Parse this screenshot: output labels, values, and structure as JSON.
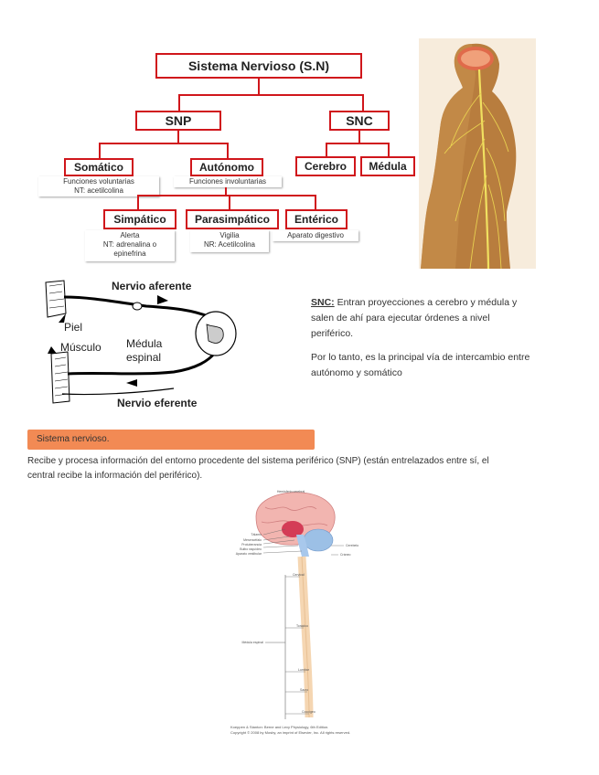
{
  "diagram": {
    "root": "Sistema Nervioso (S.N)",
    "snp": "SNP",
    "snc": "SNC",
    "somatico": {
      "label": "Somático",
      "desc1": "Funciones voluntarias",
      "desc2": "NT: acetilcolina"
    },
    "autonomo": {
      "label": "Autónomo",
      "desc": "Funciones involuntarias"
    },
    "cerebro": "Cerebro",
    "medula": "Médula",
    "simpatico": {
      "label": "Simpático",
      "desc1": "Alerta",
      "desc2": "NT: adrenalina o",
      "desc3": "epinefrina"
    },
    "parasimpatico": {
      "label": "Parasimpático",
      "desc1": "Vigilia",
      "desc2": "NR: Acetilcolina"
    },
    "enterico": {
      "label": "Entérico",
      "desc": "Aparato digestivo"
    },
    "red": "#d0161b"
  },
  "nerve_figure": {
    "aferente": "Nervio aferente",
    "eferente": "Nervio eferente",
    "piel": "Piel",
    "musculo": "Músculo",
    "medula1": "Médula",
    "medula2": "espinal"
  },
  "snc_text": {
    "label": "SNC:",
    "text1": " Entran proyecciones a cerebro y médula y",
    "text2": "salen de ahí para ejecutar órdenes a nivel",
    "text3": "periférico.",
    "p2a": "Por lo tanto, es la principal vía de intercambio entre",
    "p2b": "autónomo y somático"
  },
  "banner": {
    "title": "Sistema nervioso.",
    "color": "#f28a54"
  },
  "paragraph": {
    "line1": "Recibe y procesa información del entorno procedente del sistema periférico (SNP) (están entrelazados entre sí, el",
    "line2": "central recibe la información del periférico)."
  },
  "anatomy": {
    "caption1": "Koeppen & Stanton: Berne and Levy Physiology, 6th Edition.",
    "caption2": "Copyright © 2008 by Mosby, an imprint of Elsevier, Inc. All rights reserved.",
    "labels": {
      "corteza": "Hemisferio cerebral",
      "talamo": "Tálamo",
      "mesencefalo": "Mesencéfalo",
      "protuberancia": "Protuberancia",
      "bulbo": "Bulbo raquídeo",
      "aparato": "Aparato vestibular",
      "cerebelo": "Cerebelo",
      "craneo": "Cráneo",
      "cervical": "Cervical",
      "toracico": "Torácico",
      "lumbar": "Lumbar",
      "sacro": "Sacro",
      "coccigeo": "Coccígeo",
      "medula": "Médula espinal"
    }
  }
}
